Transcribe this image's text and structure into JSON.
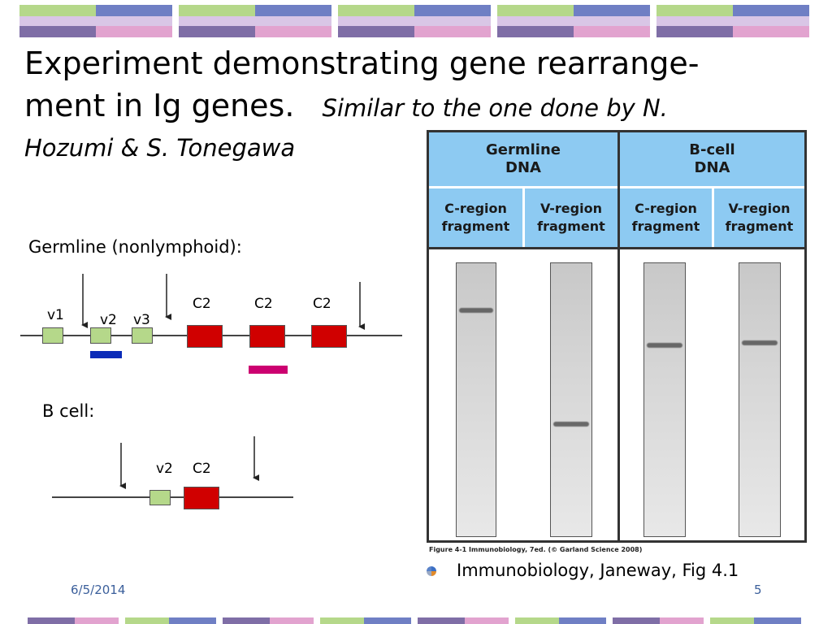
{
  "colors": {
    "header_green": "#b5d88a",
    "header_purple": "#7f6ea6",
    "header_blue": "#6f7fc4",
    "header_pink": "#e2a3cf",
    "v_segment": "#b5d88a",
    "c_segment": "#d00000",
    "v_probe": "#0a2bb8",
    "c_probe": "#cc0070",
    "figure_header": "#8dcaf2"
  },
  "slide": {
    "title_main_1": "Experiment demonstrating gene rearrange-",
    "title_main_2": "ment in Ig genes.",
    "title_sub_1": "Similar to the one done by N.",
    "title_sub_2": "Hozumi &  S. Tonegawa"
  },
  "germline": {
    "label": "Germline (nonlymphoid):",
    "v_labels": [
      "v1",
      "v2",
      "v3"
    ],
    "c_labels": [
      "C2",
      "C2",
      "C2"
    ]
  },
  "bcell": {
    "label": "B cell:",
    "v_label": "v2",
    "c_label": "C2"
  },
  "figure": {
    "germline_header_1": "Germline",
    "germline_header_2": "DNA",
    "bcell_header_1": "B-cell",
    "bcell_header_2": "DNA",
    "col_labels": [
      [
        "C-region",
        "fragment"
      ],
      [
        "V-region",
        "fragment"
      ],
      [
        "C-region",
        "fragment"
      ],
      [
        "V-region",
        "fragment"
      ]
    ],
    "caption": "Figure 4-1  Immunobiology, 7ed. (© Garland Science 2008)"
  },
  "reference": "Immunobiology, Janeway, Fig 4.1",
  "footer": {
    "date": "6/5/2014",
    "page": "5"
  }
}
